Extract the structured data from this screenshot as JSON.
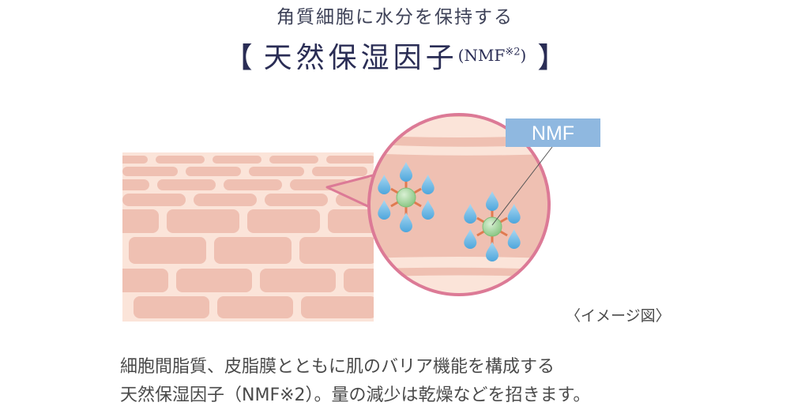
{
  "header": {
    "subtitle": "角質細胞に水分を保持する",
    "bracket_open": "【",
    "title_main": "天然保湿因子",
    "title_abbr": "(NMF",
    "title_note": "※2",
    "title_close_paren": ")",
    "bracket_close": "】"
  },
  "diagram": {
    "label": "NMF",
    "caption": "〈イメージ図〉",
    "colors": {
      "skin_cell": "#efc0b2",
      "skin_border": "#fbe4d9",
      "circle_outline": "#dc7a96",
      "drop": "#6ab4e0",
      "nmf_core": "#9fd29a",
      "bond": "#e07a50",
      "label_bg": "#8fb8e0"
    },
    "icons": [
      "water-drop-icon",
      "nmf-molecule-icon"
    ]
  },
  "description": {
    "line1": "細胞間脂質、皮脂膜とともに肌のバリア機能を構成する",
    "line2": "天然保湿因子（NMF※2）。量の減少は乾燥などを招きます。"
  }
}
